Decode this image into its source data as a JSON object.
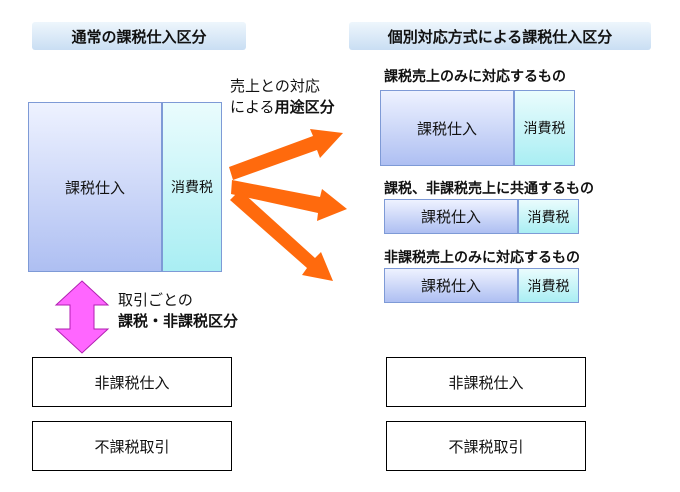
{
  "left": {
    "header": "通常の課税仕入区分",
    "taxable": "課税仕入",
    "consumption_tax": "消費税",
    "classification_note": {
      "line1": "取引ごとの",
      "line2": "課税・非課税区分"
    },
    "non_taxable": "非課税仕入",
    "non_taxed": "不課税取引"
  },
  "right": {
    "header": "個別対応方式による課税仕入区分",
    "usage_note": {
      "line1": "売上との対応",
      "line2_normal": "による",
      "line2_bold": "用途区分"
    },
    "groups": [
      {
        "label": "課税売上のみに対応するもの",
        "taxable": "課税仕入",
        "consumption_tax": "消費税"
      },
      {
        "label": "課税、非課税売上に共通するもの",
        "taxable": "課税仕入",
        "consumption_tax": "消費税"
      },
      {
        "label": "非課税売上のみに対応するもの",
        "taxable": "課税仕入",
        "consumption_tax": "消費税"
      }
    ],
    "non_taxable": "非課税仕入",
    "non_taxed": "不課税取引"
  },
  "colors": {
    "arrow_orange": "#ff6a0d",
    "arrow_magenta": "#ff66ff"
  }
}
